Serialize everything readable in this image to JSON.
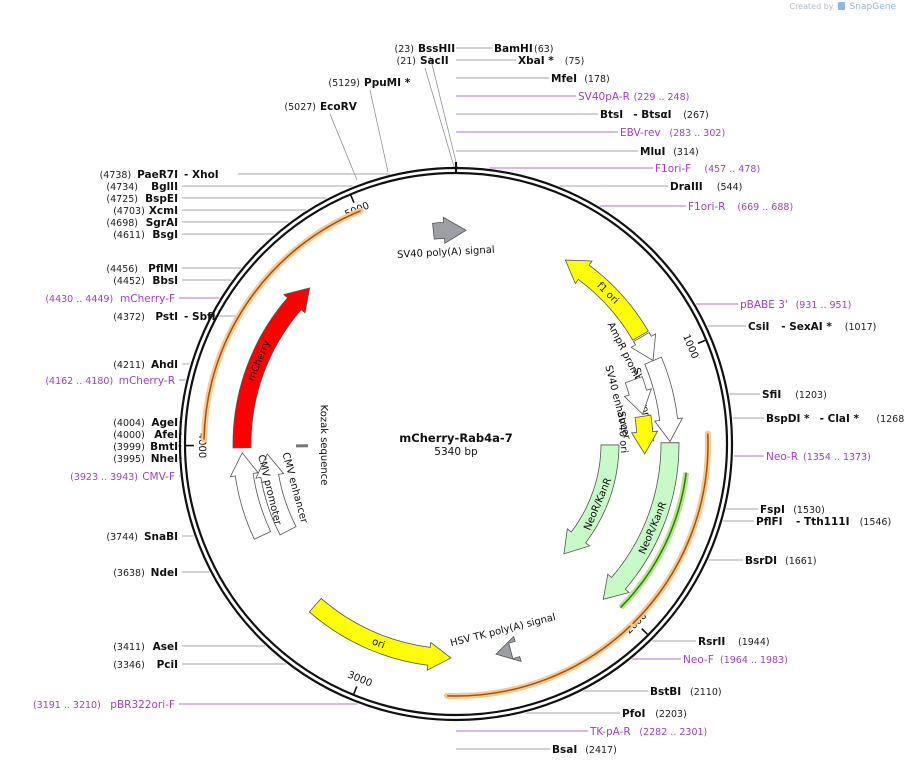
{
  "credit": {
    "prefix": "Created by",
    "brand": "SnapGene"
  },
  "plasmid": {
    "name": "mCherry-Rab4a-7",
    "size_label": "5340 bp",
    "length": 5340
  },
  "ticks": [
    {
      "bp": 1000,
      "label": "1000"
    },
    {
      "bp": 2000,
      "label": "2000"
    },
    {
      "bp": 3000,
      "label": "3000"
    },
    {
      "bp": 4000,
      "label": "4000"
    },
    {
      "bp": 5000,
      "label": "5000"
    }
  ],
  "features": [
    {
      "name": "f1 ori",
      "start": 456,
      "end": 884,
      "dir": -1,
      "color": "#ffff00",
      "type": "arrow",
      "ring": "inner1",
      "label_mode": "on"
    },
    {
      "name": "AmpR promoter",
      "start": 890,
      "end": 994,
      "dir": 1,
      "color": "#ffffff",
      "type": "arrow",
      "ring": "inner1",
      "label_mode": "side"
    },
    {
      "name": "NeoR/KanR",
      "start": 1330,
      "end": 2025,
      "dir": 1,
      "color": "#c8fac8",
      "type": "arrow",
      "ring": "inner1",
      "label_mode": "on"
    },
    {
      "name": "SV40 promoter",
      "start": 995,
      "end": 1325,
      "dir": 1,
      "color": "#ffffff",
      "type": "arrow",
      "ring": "inner1",
      "label_mode": "side"
    },
    {
      "name": "ori",
      "start": 2690,
      "end": 3280,
      "dir": -1,
      "color": "#ffff00",
      "type": "arrow",
      "ring": "inner1",
      "label_mode": "on"
    },
    {
      "name": "CMV enhancer",
      "start": 3600,
      "end": 3960,
      "dir": 1,
      "color": "#ffffff",
      "type": "arrow",
      "ring": "inner2",
      "label_mode": "side"
    },
    {
      "name": "CMV promoter",
      "start": 3630,
      "end": 3970,
      "dir": 1,
      "color": "#ffffff",
      "type": "arrow",
      "ring": "inner1",
      "label_mode": "side"
    },
    {
      "name": "mCherry",
      "start": 3990,
      "end": 4700,
      "dir": 1,
      "color": "#ff0000",
      "type": "arrow",
      "ring": "inner1",
      "label_mode": "on"
    },
    {
      "name": "SV40 poly(A) signal",
      "start": 5250,
      "end": 5340,
      "dir": 0,
      "color": "#9aa0a6",
      "type": "box",
      "ring": "inner1",
      "label_mode": "side"
    },
    {
      "name": "SV40 enhancer",
      "start": 1040,
      "end": 1200,
      "dir": 1,
      "color": "#ffffff",
      "type": "arrow",
      "ring": "inner2",
      "label_mode": "side"
    },
    {
      "name": "SV40 ori",
      "start": 1210,
      "end": 1340,
      "dir": 0,
      "color": "#ffff00",
      "type": "box",
      "ring": "inner2",
      "label_mode": "side"
    },
    {
      "name": "NeoR/KanR",
      "start": 1340,
      "end": 2010,
      "dir": 1,
      "color": "#c8fac8",
      "type": "arrow",
      "ring": "inner3",
      "label_mode": "on"
    },
    {
      "name": "HSV TK poly(A) signal",
      "start": 2450,
      "end": 2470,
      "dir": 0,
      "color": "#9aa0a6",
      "type": "box",
      "ring": "inner1",
      "label_mode": "side"
    },
    {
      "name": "Kozak sequence",
      "start": 3995,
      "end": 4002,
      "dir": 0,
      "color": "#777777",
      "type": "tick",
      "ring": "inner3",
      "label_mode": "side"
    }
  ],
  "orange_arcs": [
    {
      "start": 4020,
      "end": 5010,
      "dir": 1
    },
    {
      "start": 1300,
      "end": 2020,
      "dir": 1
    },
    {
      "start": 2020,
      "end": 2700,
      "dir": 1
    }
  ],
  "green_arc": {
    "start": 1440,
    "end": 2000,
    "dir": 1
  },
  "sites": [
    {
      "name": "BssHII",
      "pos": "(23)",
      "side": "left",
      "ang": 0.33
    },
    {
      "name": "SacII",
      "pos": "(21)",
      "side": "left",
      "ang": 0.31
    },
    {
      "name": "PpuMI *",
      "pos": "(5129)",
      "side": "left",
      "ang": 0.0
    },
    {
      "name": "EcoRV",
      "pos": "(5027)",
      "side": "left",
      "ang": 0.0
    },
    {
      "name": "BamHI",
      "pos": "(63)",
      "side": "right",
      "ang": 0.0
    },
    {
      "name": "XbaI *",
      "pos": "(75)",
      "side": "right",
      "ang": 0.0
    },
    {
      "name": "MfeI",
      "pos": "(178)",
      "side": "right",
      "ang": 0.0
    },
    {
      "name": "BtsI",
      "suffix": "BtsαI",
      "pos": "(267)",
      "side": "right",
      "ang": 0.0
    },
    {
      "name": "MluI",
      "pos": "(314)",
      "side": "right",
      "ang": 0.0
    },
    {
      "name": "DraIII",
      "pos": "(544)",
      "side": "right",
      "ang": 0.0
    },
    {
      "name": "CsiI",
      "suffix": "SexAI *",
      "pos": "(1017)",
      "side": "right",
      "ang": 0.0
    },
    {
      "name": "SfiI",
      "pos": "(1203)",
      "side": "right",
      "ang": 0.0
    },
    {
      "name": "BspDI *",
      "suffix": "ClaI *",
      "pos": "(1268)",
      "side": "right",
      "ang": 0.0
    },
    {
      "name": "FspI",
      "pos": "(1530)",
      "side": "right",
      "ang": 0.0
    },
    {
      "name": "PflFI",
      "suffix": "Tth111I",
      "pos": "(1546)",
      "side": "right",
      "ang": 0.0
    },
    {
      "name": "BsrDI",
      "pos": "(1661)",
      "side": "right",
      "ang": 0.0
    },
    {
      "name": "RsrII",
      "pos": "(1944)",
      "side": "right",
      "ang": 0.0
    },
    {
      "name": "BstBI",
      "pos": "(2110)",
      "side": "right",
      "ang": 0.0
    },
    {
      "name": "PfoI",
      "pos": "(2203)",
      "side": "right",
      "ang": 0.0
    },
    {
      "name": "BsaI",
      "pos": "(2417)",
      "side": "right",
      "ang": 0.0
    },
    {
      "name": "PciI",
      "pos": "(3346)",
      "side": "left",
      "ang": 0.0
    },
    {
      "name": "AseI",
      "pos": "(3411)",
      "side": "left",
      "ang": 0.0
    },
    {
      "name": "NdeI",
      "pos": "(3638)",
      "side": "left",
      "ang": 0.0
    },
    {
      "name": "SnaBI",
      "pos": "(3744)",
      "side": "left",
      "ang": 0.0
    },
    {
      "name": "NheI",
      "pos": "(3995)",
      "side": "left",
      "ang": 0.0
    },
    {
      "name": "BmtI",
      "pos": "(3999)",
      "side": "left",
      "ang": 0.0
    },
    {
      "name": "AfeI",
      "pos": "(4000)",
      "side": "left",
      "ang": 0.0
    },
    {
      "name": "AgeI",
      "pos": "(4004)",
      "side": "left",
      "ang": 0.0
    },
    {
      "name": "AhdI",
      "pos": "(4211)",
      "side": "left",
      "ang": 0.0
    },
    {
      "name": "PstI",
      "suffix": "SbfI",
      "pos": "(4372)",
      "side": "left",
      "ang": 0.0
    },
    {
      "name": "BbsI",
      "pos": "(4452)",
      "side": "left",
      "ang": 0.0
    },
    {
      "name": "PflMI",
      "pos": "(4456)",
      "side": "left",
      "ang": 0.0
    },
    {
      "name": "BsgI",
      "pos": "(4611)",
      "side": "left",
      "ang": 0.0
    },
    {
      "name": "SgrAI",
      "pos": "(4698)",
      "side": "left",
      "ang": 0.0
    },
    {
      "name": "XcmI",
      "pos": "(4703)",
      "side": "left",
      "ang": 0.0
    },
    {
      "name": "BspEI",
      "pos": "(4725)",
      "side": "left",
      "ang": 0.0
    },
    {
      "name": "BglII",
      "pos": "(4734)",
      "side": "left",
      "ang": 0.0
    },
    {
      "name": "PaeR7I",
      "suffix": "XhoI",
      "pos": "(4738)",
      "side": "left",
      "ang": 0.0
    }
  ],
  "primers": [
    {
      "name": "SV40pA-R",
      "range": "(229 .. 248)"
    },
    {
      "name": "EBV-rev",
      "range": "(283 .. 302)"
    },
    {
      "name": "F1ori-F",
      "range": "(457 .. 478)"
    },
    {
      "name": "F1ori-R",
      "range": "(669 .. 688)"
    },
    {
      "name": "pBABE 3'",
      "range": "(931 .. 951)"
    },
    {
      "name": "Neo-R",
      "range": "(1354 .. 1373)"
    },
    {
      "name": "Neo-F",
      "range": "(1964 .. 1983)"
    },
    {
      "name": "TK-pA-R",
      "range": "(2282 .. 2301)"
    },
    {
      "name": "pBR322ori-F",
      "range": "(3191 .. 3210)"
    },
    {
      "name": "CMV-F",
      "range": "(3923 .. 3943)"
    },
    {
      "name": "mCherry-R",
      "range": "(4162 .. 4180)"
    },
    {
      "name": "mCherry-F",
      "range": "(4430 .. 4449)"
    }
  ]
}
